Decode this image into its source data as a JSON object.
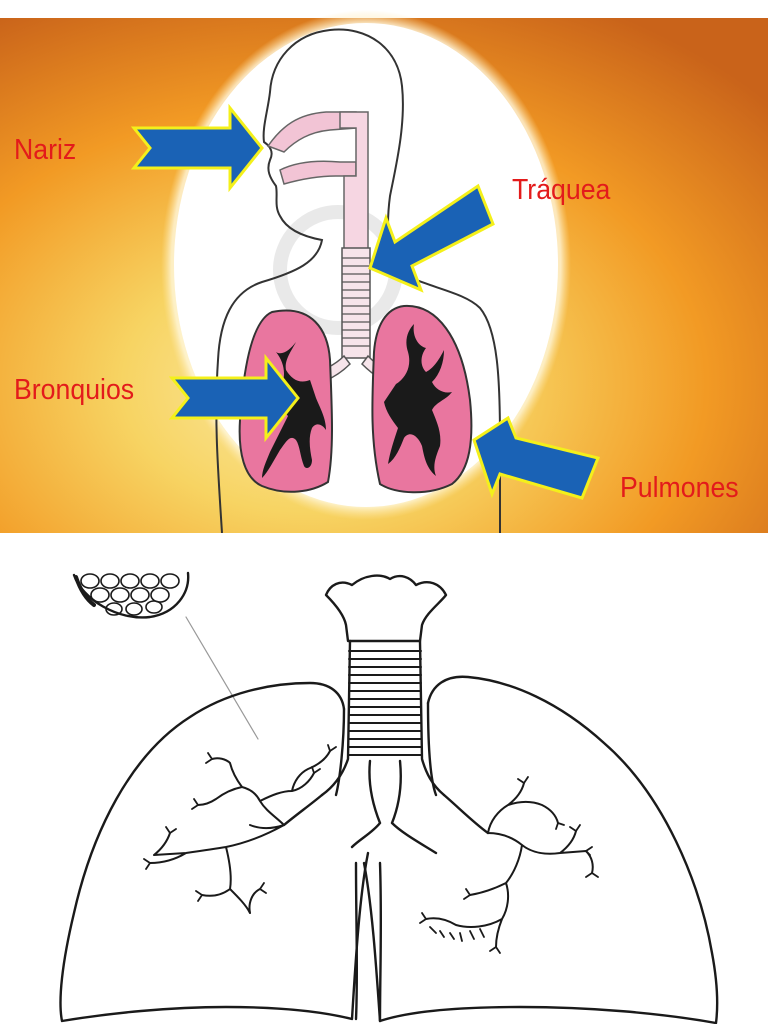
{
  "colors": {
    "label_text": "#e31b1b",
    "arrow_fill": "#1a62b5",
    "arrow_outline": "#f4f01a",
    "lung_fill": "#e9769f",
    "airway_fill": "#f2c4d5",
    "background_orange": "#f08c14",
    "background_yellow": "#f7d96a"
  },
  "labels": {
    "nariz": "Nariz",
    "traquea": "Tráquea",
    "bronquios": "Bronquios",
    "pulmones": "Pulmones"
  }
}
